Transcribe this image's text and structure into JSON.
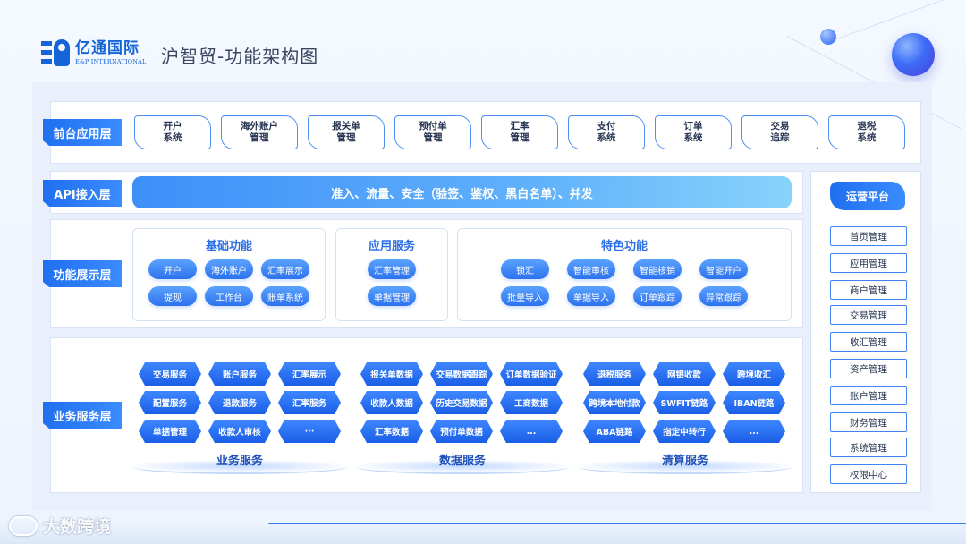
{
  "header": {
    "logo_cn": "亿通国际",
    "logo_en": "E&P INTERNATIONAL",
    "title": "沪智贸-功能架构图"
  },
  "layers": {
    "frontend": "前台应用层",
    "api": "API接入层",
    "function": "功能展示层",
    "business": "业务服务层"
  },
  "frontend_apps": [
    {
      "label": "开户\n系统"
    },
    {
      "label": "海外账户\n管理"
    },
    {
      "label": "报关单\n管理"
    },
    {
      "label": "预付单\n管理"
    },
    {
      "label": "汇率\n管理"
    },
    {
      "label": "支付\n系统"
    },
    {
      "label": "订单\n系统"
    },
    {
      "label": "交易\n追踪"
    },
    {
      "label": "退税\n系统"
    }
  ],
  "api_bar": "准入、流量、安全（验签、鉴权、黑白名单）、并发",
  "function_groups": {
    "basic": {
      "title": "基础功能",
      "items": [
        "开户",
        "海外账户",
        "汇率展示",
        "提现",
        "工作台",
        "账单系统"
      ]
    },
    "app_service": {
      "title": "应用服务",
      "items": [
        "汇率管理",
        "单据管理"
      ]
    },
    "special": {
      "title": "特色功能",
      "items": [
        "锁汇",
        "智能审核",
        "智能核销",
        "智能开户",
        "批量导入",
        "单据导入",
        "订单跟踪",
        "异常跟踪"
      ]
    }
  },
  "business_groups": {
    "business": {
      "title": "业务服务",
      "items": [
        "交易服务",
        "账户服务",
        "汇率展示",
        "配置服务",
        "退款服务",
        "汇率服务",
        "单据管理",
        "收款人审核",
        "···"
      ]
    },
    "data": {
      "title": "数据服务",
      "items": [
        "报关单数据",
        "交易数据跟踪",
        "订单数据验证",
        "收款人数据",
        "历史交易数据",
        "工商数据",
        "汇率数据",
        "预付单数据",
        "..."
      ]
    },
    "clearing": {
      "title": "清算服务",
      "items": [
        "退税服务",
        "网银收款",
        "跨境收汇",
        "跨境本地付款",
        "SWFIT链路",
        "IBAN链路",
        "ABA链路",
        "指定中转行",
        "..."
      ]
    }
  },
  "ops": {
    "title": "运营平台",
    "items": [
      "首页管理",
      "应用管理",
      "商户管理",
      "交易管理",
      "收汇管理",
      "资产管理",
      "账户管理",
      "财务管理",
      "系统管理",
      "权限中心"
    ]
  },
  "watermark": "大数跨境",
  "colors": {
    "primary": "#2d72ee",
    "accent_light": "#87d3fb",
    "background": "#f4f8ff",
    "text_dark": "#273552"
  }
}
